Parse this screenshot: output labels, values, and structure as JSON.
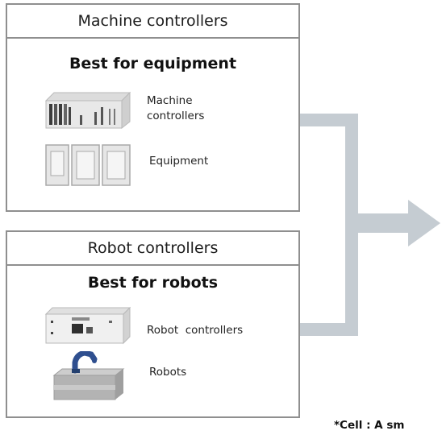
{
  "machine_panel": {
    "header": "Machine controllers",
    "heading": "Best for equipment",
    "items": [
      {
        "label_line1": "Machine",
        "label_line2": "controllers",
        "icon": "machine-controller-icon"
      },
      {
        "label": "Equipment",
        "icon": "equipment-icon"
      }
    ]
  },
  "robot_panel": {
    "header": "Robot controllers",
    "heading": "Best for robots",
    "items": [
      {
        "label": "Robot  controllers",
        "icon": "robot-controller-icon"
      },
      {
        "label": "Robots",
        "icon": "robot-arm-icon"
      }
    ]
  },
  "footnote": "*Cell : A sm",
  "colors": {
    "panel_border": "#8f8f8f",
    "connector": "#c5ccd2",
    "robot_arm": "#2f4f8f",
    "base_gray": "#a7a7a7"
  }
}
